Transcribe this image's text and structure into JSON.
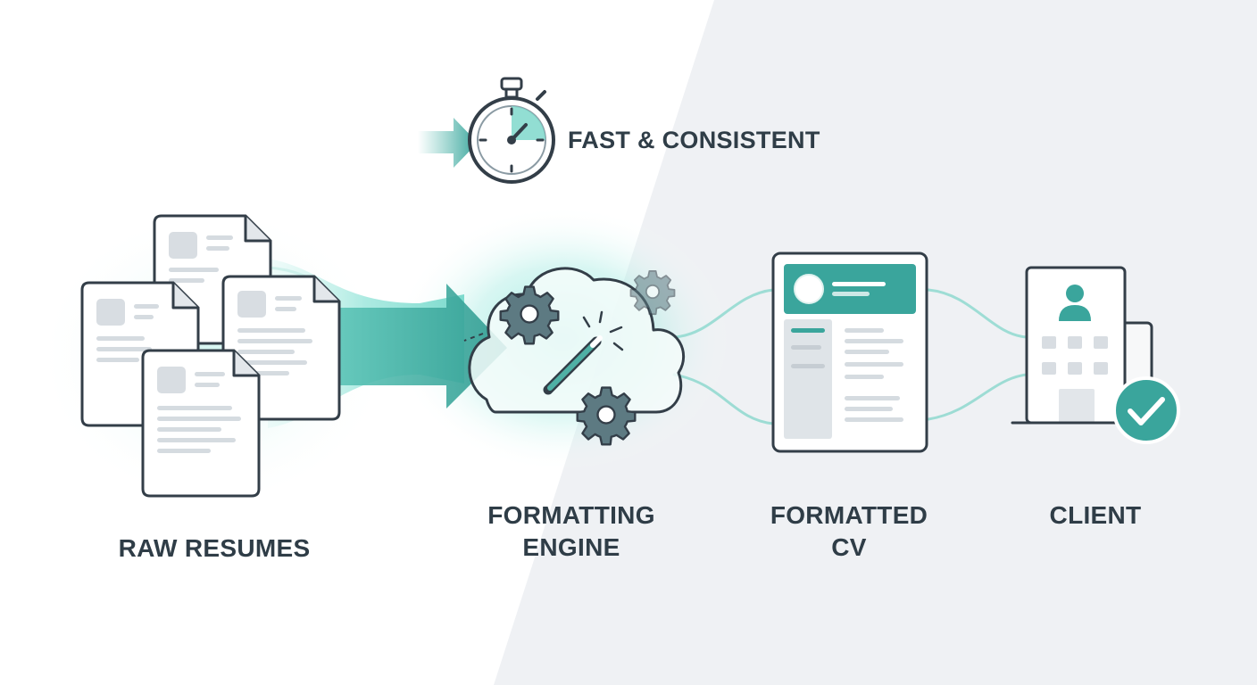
{
  "header": {
    "tagline": "FAST & CONSISTENT"
  },
  "stages": {
    "raw": {
      "label": "RAW RESUMES"
    },
    "engine": {
      "line1": "FORMATTING",
      "line2": "ENGINE"
    },
    "cv": {
      "line1": "FORMATTED",
      "line2": "CV"
    },
    "client": {
      "label": "CLIENT"
    }
  },
  "colors": {
    "teal": "#3aa59c",
    "teal_light": "#9fe0d8",
    "outline": "#333e48",
    "placeholder": "#d8dde2",
    "right_background": "#eff1f4"
  },
  "icons": [
    "stopwatch-icon",
    "document-icon",
    "cloud-icon",
    "gear-icon",
    "magic-wand-icon",
    "building-icon",
    "user-icon",
    "checkmark-icon",
    "arrow-icon"
  ]
}
